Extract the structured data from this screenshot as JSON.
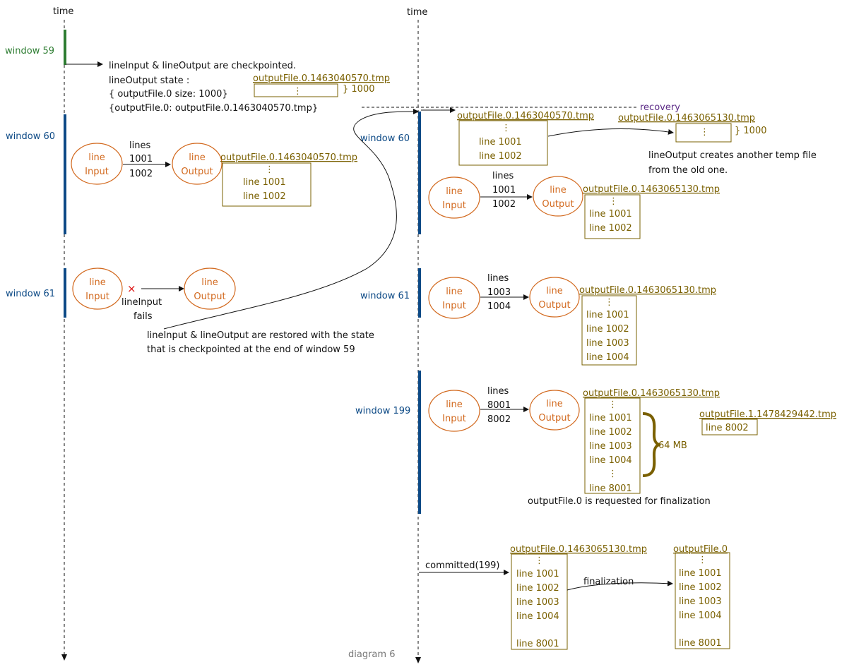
{
  "colors": {
    "window_bar": "#0d4a86",
    "window59_bar": "#2e7d32",
    "node": "#d2691e",
    "file": "#7a6000",
    "recovery": "#5b2a86"
  },
  "labels": {
    "time": "time",
    "window59": "window 59",
    "window60": "window 60",
    "window61": "window 61",
    "window199": "window 199",
    "line_input": [
      "line",
      "Input"
    ],
    "line_output": [
      "line",
      "Output"
    ],
    "lines": "lines",
    "dots": "⋮",
    "recovery": "recovery",
    "diagram_caption": "diagram 6"
  },
  "checkpoint_note": [
    "lineInput & lineOutput are checkpointed.",
    "lineOutput state :",
    "{ outputFile.0 size: 1000}",
    "{outputFile.0: outputFile.0.1463040570.tmp}"
  ],
  "files": {
    "tmp1": "outputFile.0.1463040570.tmp",
    "tmp2": "outputFile.0.1463065130.tmp",
    "new_part": "outputFile.1.1478429442.tmp",
    "final": "outputFile.0"
  },
  "size_1000": "} 1000",
  "size_64mb": "64 MB",
  "fail_mark": "×",
  "fail_text": [
    "lineInput",
    "fails"
  ],
  "restore_note": [
    "lineInput  & lineOutput are restored with the state",
    "that is checkpointed at the end of window 59"
  ],
  "another_tmp_note": [
    "lineOutput creates another temp file",
    "from the old one."
  ],
  "finalization_request": "outputFile.0 is requested for finalization",
  "committed": "committed(199)",
  "finalization": "finalization",
  "numbers": {
    "l1001": "1001",
    "l1002": "1002",
    "l1003": "1003",
    "l1004": "1004",
    "l8001": "8001",
    "l8002": "8002"
  },
  "file_lines": {
    "line1001": "line 1001",
    "line1002": "line 1002",
    "line1003": "line 1003",
    "line1004": "line 1004",
    "line8001": "line 8001",
    "line8002": "line 8002"
  }
}
